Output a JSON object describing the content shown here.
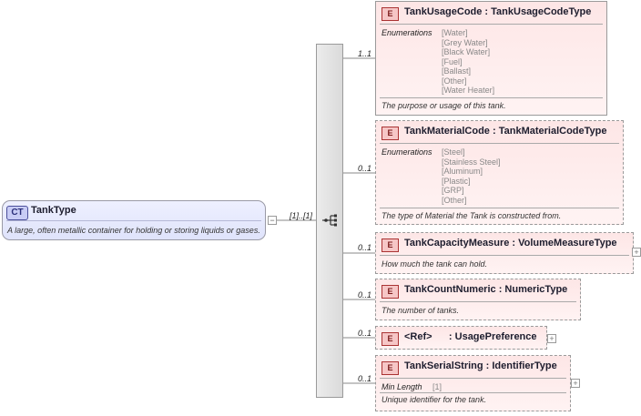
{
  "complex_type": {
    "badge": "CT",
    "name": "TankType",
    "description": "A large, often metallic container for holding or storing liquids or gases.",
    "toggle": "−"
  },
  "sequence_cardinality": "[1]..[1]",
  "elements": [
    {
      "badge": "E",
      "title": "TankUsageCode : TankUsageCodeType",
      "occurrence": "1..1",
      "enum_label": "Enumerations",
      "enumerations": [
        "[Water]",
        "[Grey Water]",
        "[Black Water]",
        "[Fuel]",
        "[Ballast]",
        "[Other]",
        "[Water Heater]"
      ],
      "description": "The purpose or usage of this tank."
    },
    {
      "badge": "E",
      "title": "TankMaterialCode : TankMaterialCodeType",
      "occurrence": "0..1",
      "enum_label": "Enumerations",
      "enumerations": [
        "[Steel]",
        "[Stainless Steel]",
        "[Aluminum]",
        "[Plastic]",
        "[GRP]",
        "[Other]"
      ],
      "description": "The type of Material the Tank is constructed from."
    },
    {
      "badge": "E",
      "title": "TankCapacityMeasure : VolumeMeasureType",
      "occurrence": "0..1",
      "description": "How much the tank can hold.",
      "expand": "+"
    },
    {
      "badge": "E",
      "title": "TankCountNumeric : NumericType",
      "occurrence": "0..1",
      "description": "The number of tanks."
    },
    {
      "badge": "E",
      "title": "<Ref>      : UsagePreference",
      "occurrence": "0..1",
      "expand": "+"
    },
    {
      "badge": "E",
      "title": "TankSerialString : IdentifierType",
      "occurrence": "0..1",
      "facet_label": "Min Length",
      "facet_value": "[1]",
      "description": "Unique identifier for the tank.",
      "expand": "+"
    }
  ]
}
